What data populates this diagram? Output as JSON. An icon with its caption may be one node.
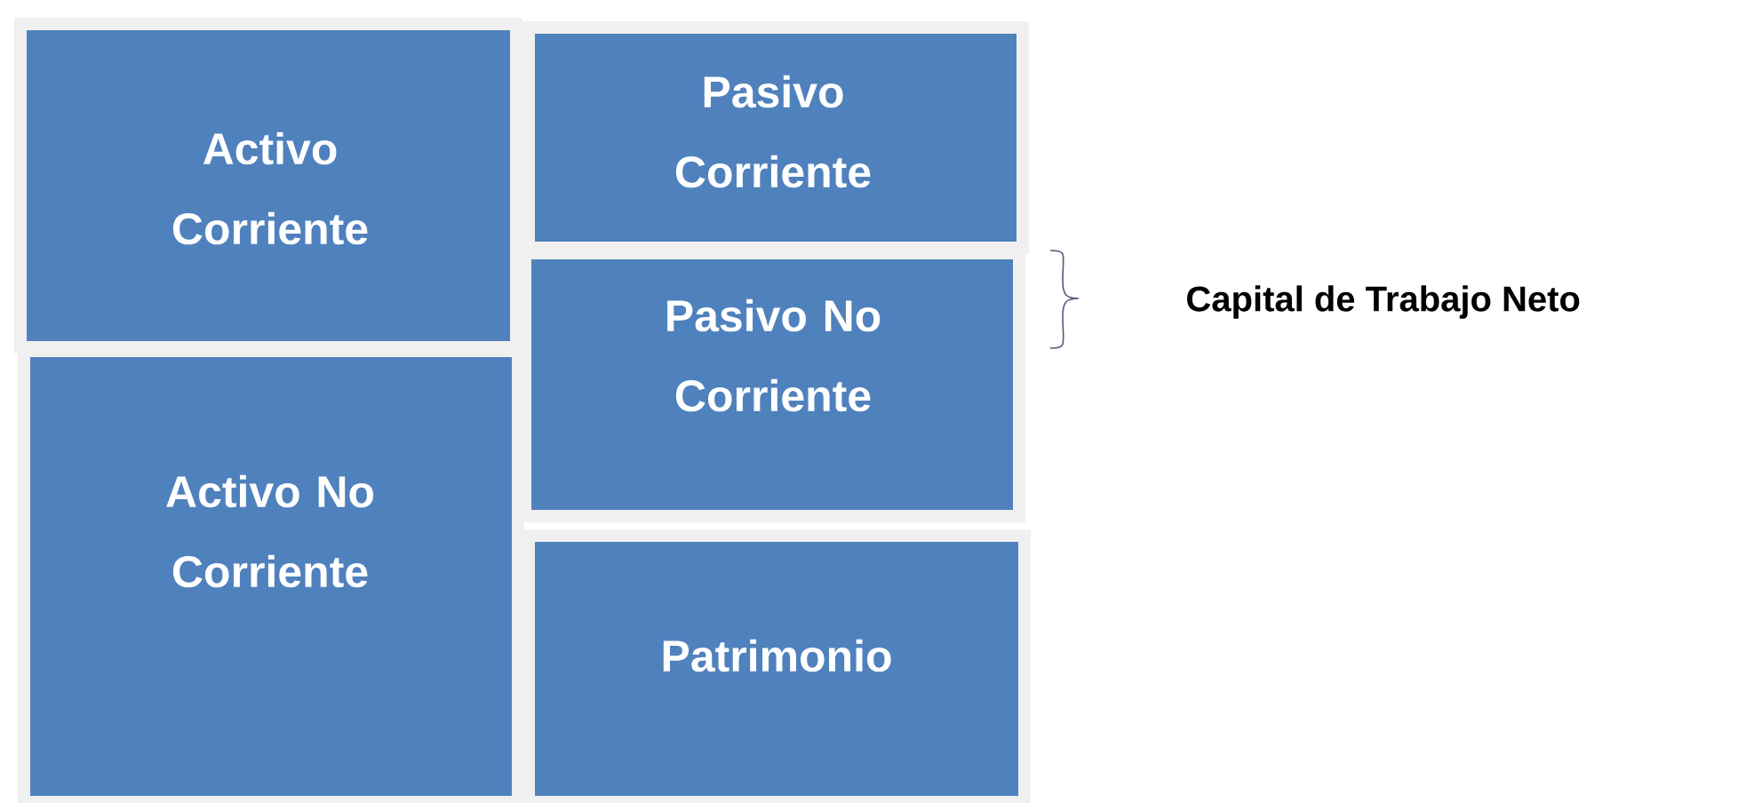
{
  "diagram": {
    "nodes": [
      {
        "text": [
          "Activo Corriente"
        ]
      },
      {
        "text": [
          "Activo No Corriente"
        ]
      },
      {
        "text": [
          "Pasivo Corriente"
        ]
      },
      {
        "text": [
          "Pasivo No Corriente"
        ]
      },
      {
        "text": [
          "Patrimonio"
        ]
      }
    ],
    "labels": [
      "Capital de Trabajo Neto"
    ]
  }
}
